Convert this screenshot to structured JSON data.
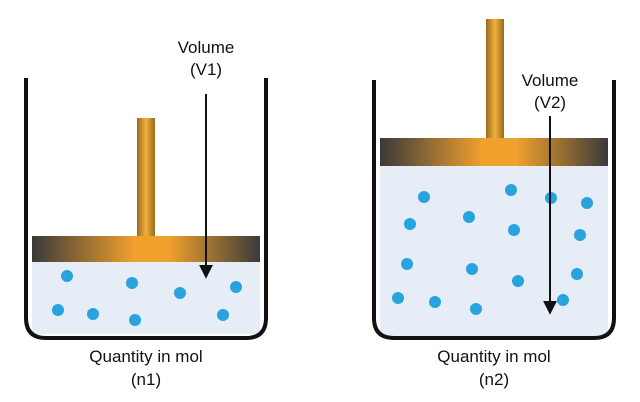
{
  "left_container": {
    "volume_label": "Volume",
    "volume_sub": "(V1)",
    "quantity_label": "Quantity in mol",
    "quantity_sub": "(n1)"
  },
  "right_container": {
    "volume_label": "Volume",
    "volume_sub": "(V2)",
    "quantity_label": "Quantity in mol",
    "quantity_sub": "(n2)"
  },
  "colors": {
    "wall": "#111111",
    "gas_fill": "#e6edf6",
    "particle": "#29a3dd",
    "piston_dark": "#3a3a3a",
    "piston_gold": "#f0a02c"
  }
}
